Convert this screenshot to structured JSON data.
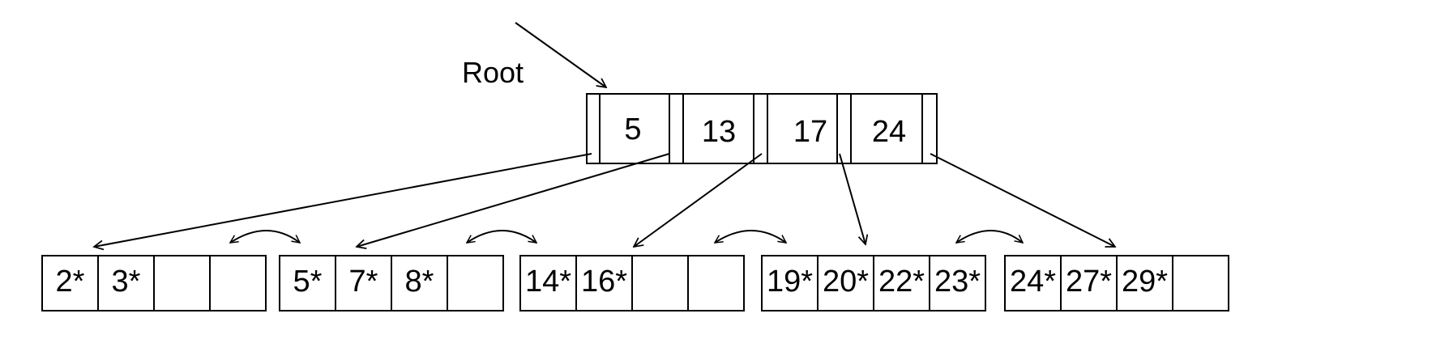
{
  "root_label": "Root",
  "root_keys": [
    "5",
    "13",
    "17",
    "24"
  ],
  "leaves": [
    [
      "2*",
      "3*",
      "",
      ""
    ],
    [
      "5*",
      "7*",
      "8*",
      ""
    ],
    [
      "14*",
      "16*",
      "",
      ""
    ],
    [
      "19*",
      "20*",
      "22*",
      "23*"
    ],
    [
      "24*",
      "27*",
      "29*",
      ""
    ]
  ]
}
